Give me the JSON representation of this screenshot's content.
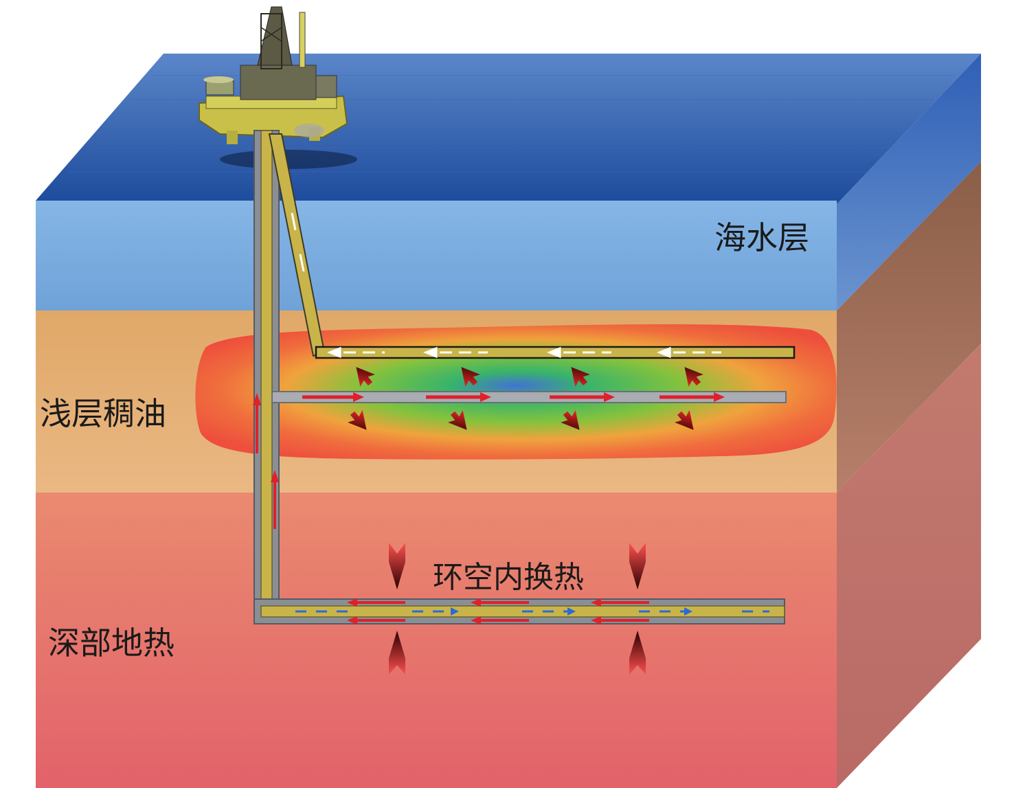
{
  "labels": {
    "seawater_layer": "海水层",
    "shallow_heavy_oil": "浅层稠油",
    "annulus_heat_exchange": "环空内换热",
    "deep_geothermal": "深部地热"
  },
  "icons": {
    "platform": "offshore-platform-icon",
    "flow_arrow": "flow-arrow-icon",
    "heat_arrow": "heat-arrow-icon"
  },
  "colors": {
    "sea_surface": "#1f4f9e",
    "seawater": "#7fb0e0",
    "sand_layer": "#d9a066",
    "deep_layer": "#e5706a",
    "pipe_yellow": "#c9b44a",
    "pipe_gray": "#8a8f96",
    "flow_red": "#e0202a",
    "heat_center": "#3a6fd8"
  }
}
